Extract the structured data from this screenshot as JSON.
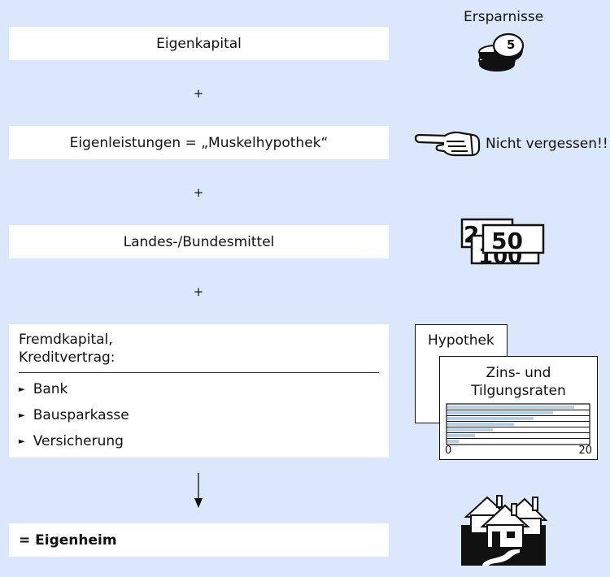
{
  "left": {
    "eigenkapital": "Eigenkapital",
    "plus1": "+",
    "eigenleistungen": "Eigenleistungen = „Muskelhypothek“",
    "plus2": "+",
    "landesmittel": "Landes-/Bundesmittel",
    "plus3": "+",
    "fremdkapital_line1": "Fremdkapital,",
    "fremdkapital_line2": "Kreditvertrag:",
    "items": [
      "Bank",
      "Bausparkasse",
      "Versicherung"
    ],
    "bullet": "►",
    "result": "= Eigenheim"
  },
  "right": {
    "ersparnisse": "Ersparnisse",
    "coin_value": "5",
    "nicht_vergessen": "Nicht vergessen!!",
    "banknote_back": "2",
    "banknote_front": "50",
    "banknote_under": "100",
    "hypothek": "Hypothek",
    "zins_line1": "Zins- und",
    "zins_line2": "Tilgungsraten",
    "axis_min": "0",
    "axis_max": "20"
  },
  "colors": {
    "background": "#dbe8fb",
    "box": "#ffffff",
    "bar": "#b8cde8"
  }
}
